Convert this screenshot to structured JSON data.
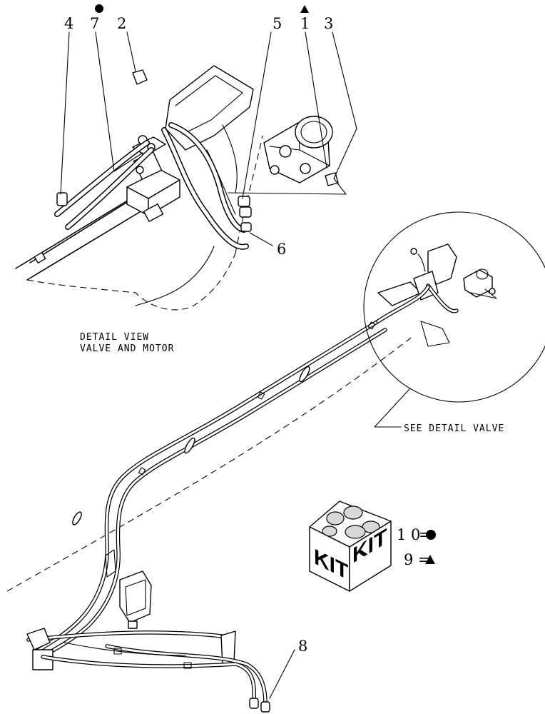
{
  "callouts": {
    "c1": "1",
    "c2": "2",
    "c3": "3",
    "c4": "4",
    "c5": "5",
    "c6": "6",
    "c7": "7",
    "c8": "8"
  },
  "detail_caption": {
    "line1": "DETAIL VIEW",
    "line2": "VALVE AND MOTOR"
  },
  "see_detail_label": "SEE DETAIL  VALVE",
  "kit": {
    "face_left": "KIT",
    "face_right": "KIT",
    "item_circle_number": "1 0",
    "item_triangle_number": "9 ="
  },
  "symbols": {
    "circle_color": "#000000",
    "triangle_color": "#000000"
  }
}
